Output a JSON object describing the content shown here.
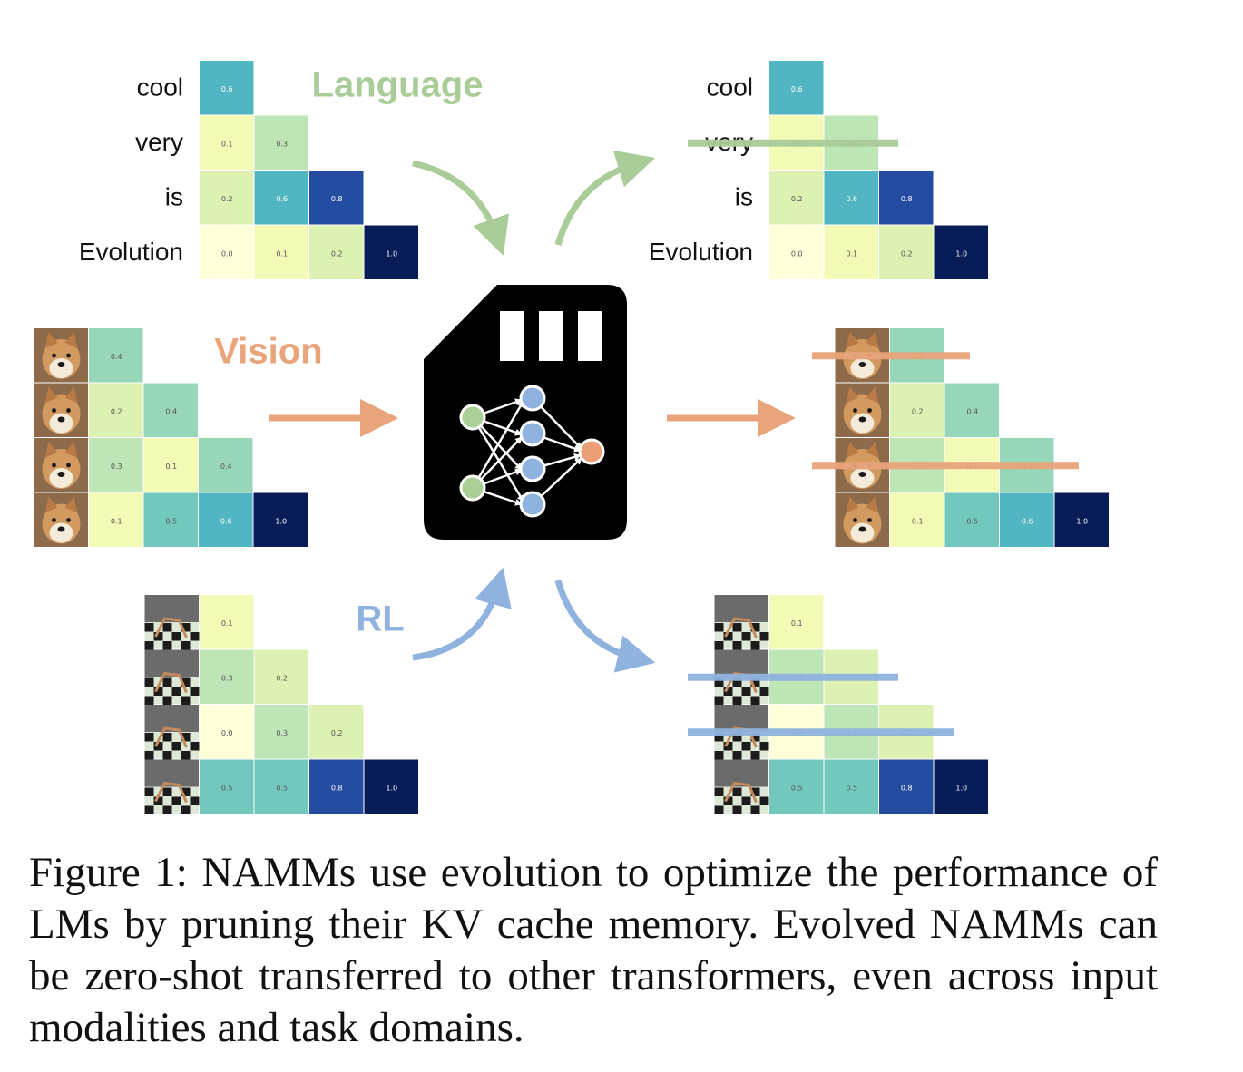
{
  "colors": {
    "language": "#a9cc98",
    "vision": "#e9a47b",
    "rl": "#8fb3de",
    "chip": "#000000",
    "node_green": "#a9cf96",
    "node_blue": "#8fb3de",
    "node_orange": "#eb9f76",
    "photo_dog": "#b98a5c",
    "photo_rl": "#5e5e5e"
  },
  "colorscale": [
    [
      0.0,
      "#ffffd9"
    ],
    [
      0.1,
      "#f3fab6"
    ],
    [
      0.2,
      "#dcf1b2"
    ],
    [
      0.3,
      "#bde5b5"
    ],
    [
      0.4,
      "#97d6b9"
    ],
    [
      0.5,
      "#73c8bd"
    ],
    [
      0.6,
      "#52b6c2"
    ],
    [
      0.8,
      "#244da1"
    ],
    [
      1.0,
      "#081d58"
    ]
  ],
  "labels": {
    "language": "Language",
    "vision": "Vision",
    "rl": "RL"
  },
  "panels": {
    "lang_before": {
      "rows": [
        {
          "label": "cool",
          "values": [
            "0.6"
          ]
        },
        {
          "label": "very",
          "values": [
            "0.1",
            "0.3"
          ]
        },
        {
          "label": "is",
          "values": [
            "0.2",
            "0.6",
            "0.8"
          ]
        },
        {
          "label": "Evolution",
          "values": [
            "0.0",
            "0.1",
            "0.2",
            "1.0"
          ]
        }
      ],
      "pruned_rows": []
    },
    "lang_after": {
      "rows": [
        {
          "label": "cool",
          "values": [
            "0.6"
          ]
        },
        {
          "label": "very",
          "values": [
            "0.1",
            "0.3"
          ]
        },
        {
          "label": "is",
          "values": [
            "0.2",
            "0.6",
            "0.8"
          ]
        },
        {
          "label": "Evolution",
          "values": [
            "0.0",
            "0.1",
            "0.2",
            "1.0"
          ]
        }
      ],
      "pruned_rows": [
        1
      ]
    },
    "vision_before": {
      "rows": [
        {
          "values": [
            "0.4"
          ]
        },
        {
          "values": [
            "0.2",
            "0.4"
          ]
        },
        {
          "values": [
            "0.3",
            "0.1",
            "0.4"
          ]
        },
        {
          "values": [
            "0.1",
            "0.5",
            "0.6",
            "1.0"
          ]
        }
      ],
      "pruned_rows": []
    },
    "vision_after": {
      "rows": [
        {
          "values": [
            "0.4"
          ]
        },
        {
          "values": [
            "0.2",
            "0.4"
          ]
        },
        {
          "values": [
            "0.3",
            "0.1",
            "0.4"
          ]
        },
        {
          "values": [
            "0.1",
            "0.5",
            "0.6",
            "1.0"
          ]
        }
      ],
      "pruned_rows": [
        0,
        2
      ]
    },
    "rl_before": {
      "rows": [
        {
          "values": [
            "0.1"
          ]
        },
        {
          "values": [
            "0.3",
            "0.2"
          ]
        },
        {
          "values": [
            "0.0",
            "0.3",
            "0.2"
          ]
        },
        {
          "values": [
            "0.5",
            "0.5",
            "0.8",
            "1.0"
          ]
        }
      ],
      "pruned_rows": []
    },
    "rl_after": {
      "rows": [
        {
          "values": [
            "0.1"
          ]
        },
        {
          "values": [
            "0.3",
            "0.2"
          ]
        },
        {
          "values": [
            "0.0",
            "0.3",
            "0.2"
          ]
        },
        {
          "values": [
            "0.5",
            "0.5",
            "0.8",
            "1.0"
          ]
        }
      ],
      "pruned_rows": [
        1,
        2
      ]
    }
  },
  "caption": "Figure 1:  NAMMs use evolution to optimize the performance of LMs by pruning their KV cache memory. Evolved NAMMs can be zero-shot transferred to other transformers, even across input modalities and task domains."
}
